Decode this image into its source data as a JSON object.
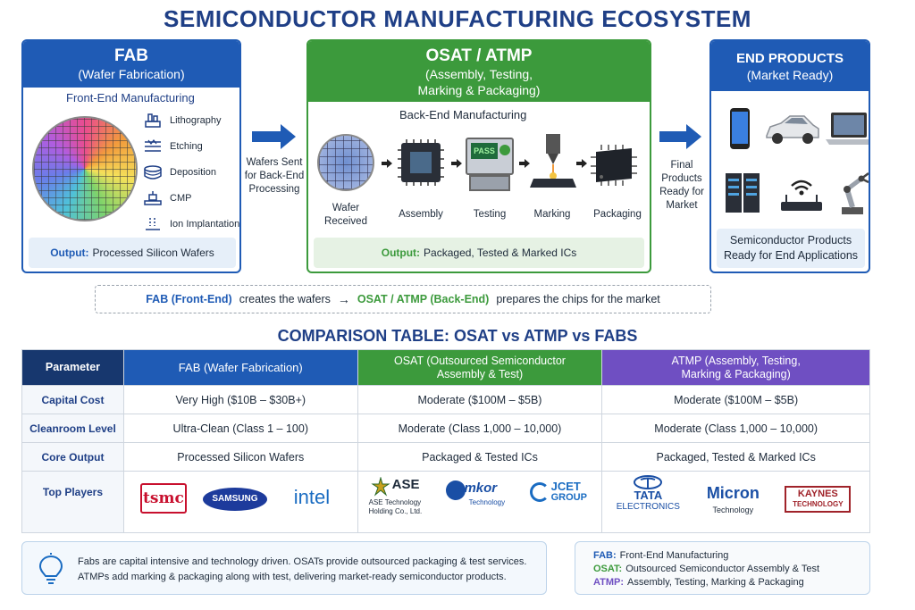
{
  "title": "SEMICONDUCTOR MANUFACTURING ECOSYSTEM",
  "fab": {
    "title": "FAB",
    "subtitle": "(Wafer Fabrication)",
    "section_label": "Front-End Manufacturing",
    "steps": [
      {
        "label": "Lithography",
        "icon": "lithography-icon"
      },
      {
        "label": "Etching",
        "icon": "etching-icon"
      },
      {
        "label": "Deposition",
        "icon": "deposition-icon"
      },
      {
        "label": "CMP",
        "icon": "cmp-icon"
      },
      {
        "label": "Ion Implantation",
        "icon": "ion-implantation-icon"
      }
    ],
    "output_key": "Output:",
    "output_value": "Processed Silicon Wafers"
  },
  "arrow1_text": "Wafers Sent for Back-End Processing",
  "osat": {
    "title": "OSAT / ATMP",
    "subtitle_line1": "(Assembly, Testing,",
    "subtitle_line2": "Marking & Packaging)",
    "section_label": "Back-End Manufacturing",
    "steps": [
      {
        "label_line1": "Wafer",
        "label_line2": "Received",
        "icon": "wafer-received-icon"
      },
      {
        "label_line1": "Assembly",
        "label_line2": "",
        "icon": "assembly-icon"
      },
      {
        "label_line1": "Testing",
        "label_line2": "",
        "icon": "testing-icon"
      },
      {
        "label_line1": "Marking",
        "label_line2": "",
        "icon": "marking-icon"
      },
      {
        "label_line1": "Packaging",
        "label_line2": "",
        "icon": "packaging-icon"
      }
    ],
    "pass_text": "PASS",
    "output_key": "Output:",
    "output_value": "Packaged, Tested & Marked ICs"
  },
  "arrow2_text": "Final Products Ready for Market",
  "end": {
    "title": "END PRODUCTS",
    "subtitle": "(Market Ready)",
    "products": [
      "smartphone-icon",
      "car-icon",
      "laptop-icon",
      "server-icon",
      "router-icon",
      "robot-arm-icon"
    ],
    "output_line1": "Semiconductor Products",
    "output_line2": "Ready for End Applications"
  },
  "flow": {
    "part1": "FAB (Front-End)",
    "part2": "creates the wafers",
    "arrow": "→",
    "part3": "OSAT / ATMP (Back-End)",
    "part4": "prepares the chips for the market"
  },
  "table_title": "COMPARISON TABLE: OSAT vs ATMP vs FABS",
  "table": {
    "headers": {
      "param": "Parameter",
      "fab": "FAB (Wafer Fabrication)",
      "osat_l1": "OSAT (Outsourced Semiconductor",
      "osat_l2": "Assembly & Test)",
      "atmp_l1": "ATMP (Assembly, Testing,",
      "atmp_l2": "Marking & Packaging)"
    },
    "rows": [
      {
        "param": "Capital Cost",
        "fab": "Very High ($10B – $30B+)",
        "osat": "Moderate ($100M – $5B)",
        "atmp": "Moderate ($100M – $5B)"
      },
      {
        "param": "Cleanroom Level",
        "fab": "Ultra-Clean (Class 1 – 100)",
        "osat": "Moderate (Class 1,000 – 10,000)",
        "atmp": "Moderate (Class 1,000 – 10,000)"
      },
      {
        "param": "Core Output",
        "fab": "Processed Silicon Wafers",
        "osat": "Packaged & Tested ICs",
        "atmp": "Packaged, Tested & Marked ICs"
      }
    ],
    "players_label": "Top Players",
    "fab_logos": {
      "tsmc": "tsmc",
      "samsung": "SAMSUNG",
      "intel": "intel"
    },
    "osat_logos": {
      "ase": "ASE",
      "ase_sub1": "ASE Technology",
      "ase_sub2": "Holding Co., Ltd.",
      "amkor": "Amkor",
      "amkor_sub": "Technology",
      "jcet1": "JCET",
      "jcet2": "GROUP"
    },
    "atmp_logos": {
      "tata1": "TATA",
      "tata2": "ELECTRONICS",
      "micron": "Micron",
      "micron_sub": "Technology",
      "kaynes1": "KAYNES",
      "kaynes2": "TECHNOLOGY"
    }
  },
  "note": {
    "line1": "Fabs are capital intensive and technology driven. OSATs provide outsourced packaging & test services.",
    "line2": "ATMPs add marking & packaging along with test, delivering market-ready semiconductor products."
  },
  "legend": [
    {
      "key": "FAB:",
      "value": "Front-End Manufacturing",
      "color": "#1f5bb5"
    },
    {
      "key": "OSAT:",
      "value": "Outsourced Semiconductor Assembly & Test",
      "color": "#3c9a3c"
    },
    {
      "key": "ATMP:",
      "value": "Assembly, Testing, Marking & Packaging",
      "color": "#6f4fc2"
    }
  ],
  "colors": {
    "fab": "#1f5bb5",
    "osat": "#3c9a3c",
    "atmp": "#6f4fc2",
    "navy": "#17376e"
  }
}
